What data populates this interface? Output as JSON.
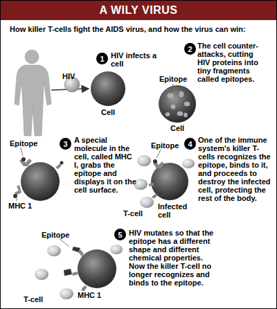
{
  "diagram": {
    "title": "A WILY VIRUS",
    "nodes": [
      {
        "text": [
          "1"
        ]
      },
      {
        "text": [
          "2"
        ]
      },
      {
        "text": [
          "3"
        ]
      },
      {
        "text": [
          "4"
        ]
      },
      {
        "text": [
          "5"
        ]
      }
    ],
    "labels": [
      "How killer T-cells fight the AIDS virus, and how the virus can win:",
      "HIV infects a cell",
      "HIV",
      "Cell",
      "The cell counter-attacks, cutting HIV proteins into tiny fragments called epitopes.",
      "Epitope",
      "Cell",
      "A special molecule in the cell, called MHC I, grabs the epitope and displays it on the cell surface.",
      "Epitope",
      "MHC 1",
      "One of the immune system's killer T-cells recognizes the epitope, binds to it, and proceeds to destroy the infected cell, protecting the rest of the body.",
      "Epitope",
      "T-cell",
      "Infected cell",
      "HIV mutates so that the epitope has a different shape and different chemical properties. Now the killer T-cell no longer recognizes and binds to the epitope.",
      "Epitope",
      "T-cell",
      "MHC 1"
    ]
  }
}
